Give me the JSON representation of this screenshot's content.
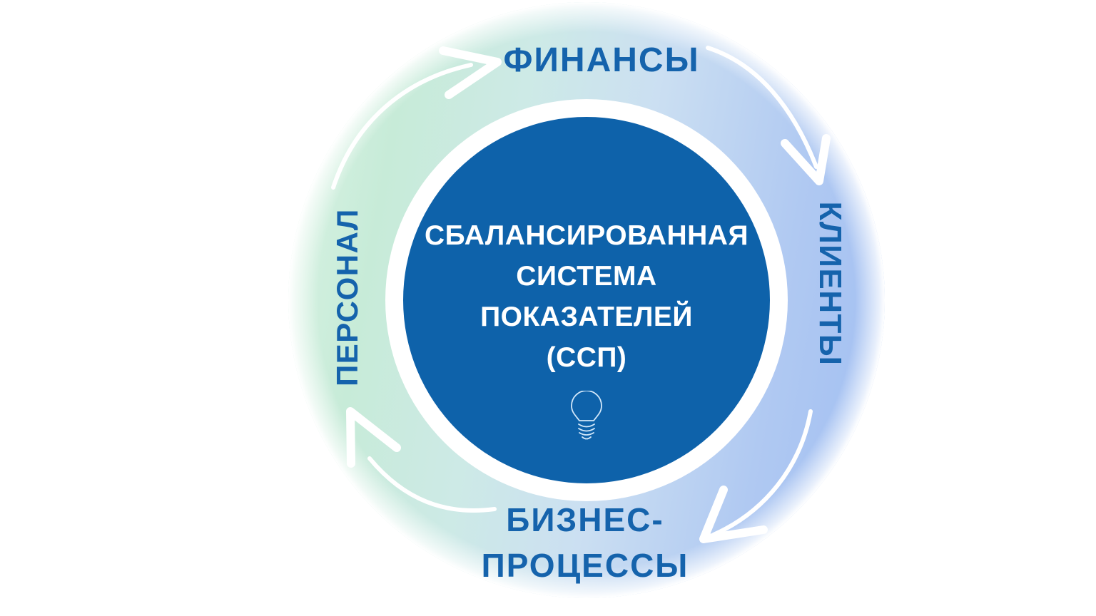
{
  "title_circle": {
    "line1": "СБАЛАНСИРОВАННАЯ",
    "line2": "СИСТЕМА",
    "line3": "ПОКАЗАТЕЛЕЙ",
    "line4": "(ССП)"
  },
  "perspectives": {
    "top": "ФИНАНСЫ",
    "right": "КЛИЕНТЫ",
    "bottom_line1": "БИЗНЕС-",
    "bottom_line2": "ПРОЦЕССЫ",
    "left": "ПЕРСОНАЛ"
  },
  "flow": {
    "direction": "clockwise",
    "arrow_count": 4
  },
  "icons": {
    "center": "lightbulb-icon"
  },
  "colors": {
    "background": "#ffffff",
    "center_circle": "#0e62aa",
    "label_text": "#1563ac",
    "title_text": "#ffffff",
    "ring_green": "#c7ebd8",
    "ring_pale_blue": "#cbdff2",
    "ring_blue": "#9fbdf2",
    "arrow": "#ffffff"
  }
}
